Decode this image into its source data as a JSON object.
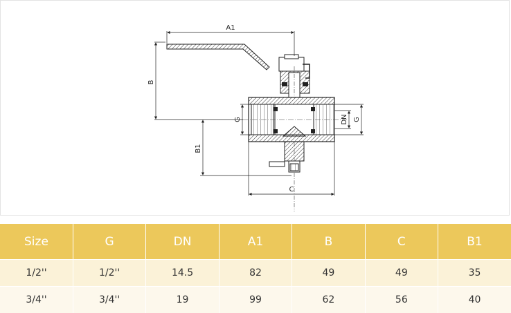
{
  "drawing": {
    "labels": {
      "a1": "A1",
      "b": "B",
      "b1": "B1",
      "c": "C",
      "g_left": "G",
      "dn": "DN",
      "g_right": "G"
    }
  },
  "table": {
    "colors": {
      "header_bg": "#ecc85b",
      "row_odd_bg": "#fbf2d8",
      "row_even_bg": "#fdf8ec"
    },
    "headers": [
      "Size",
      "G",
      "DN",
      "A1",
      "B",
      "C",
      "B1"
    ],
    "rows": [
      [
        "1/2''",
        "1/2''",
        "14.5",
        "82",
        "49",
        "49",
        "35"
      ],
      [
        "3/4''",
        "3/4''",
        "19",
        "99",
        "62",
        "56",
        "40"
      ]
    ]
  }
}
